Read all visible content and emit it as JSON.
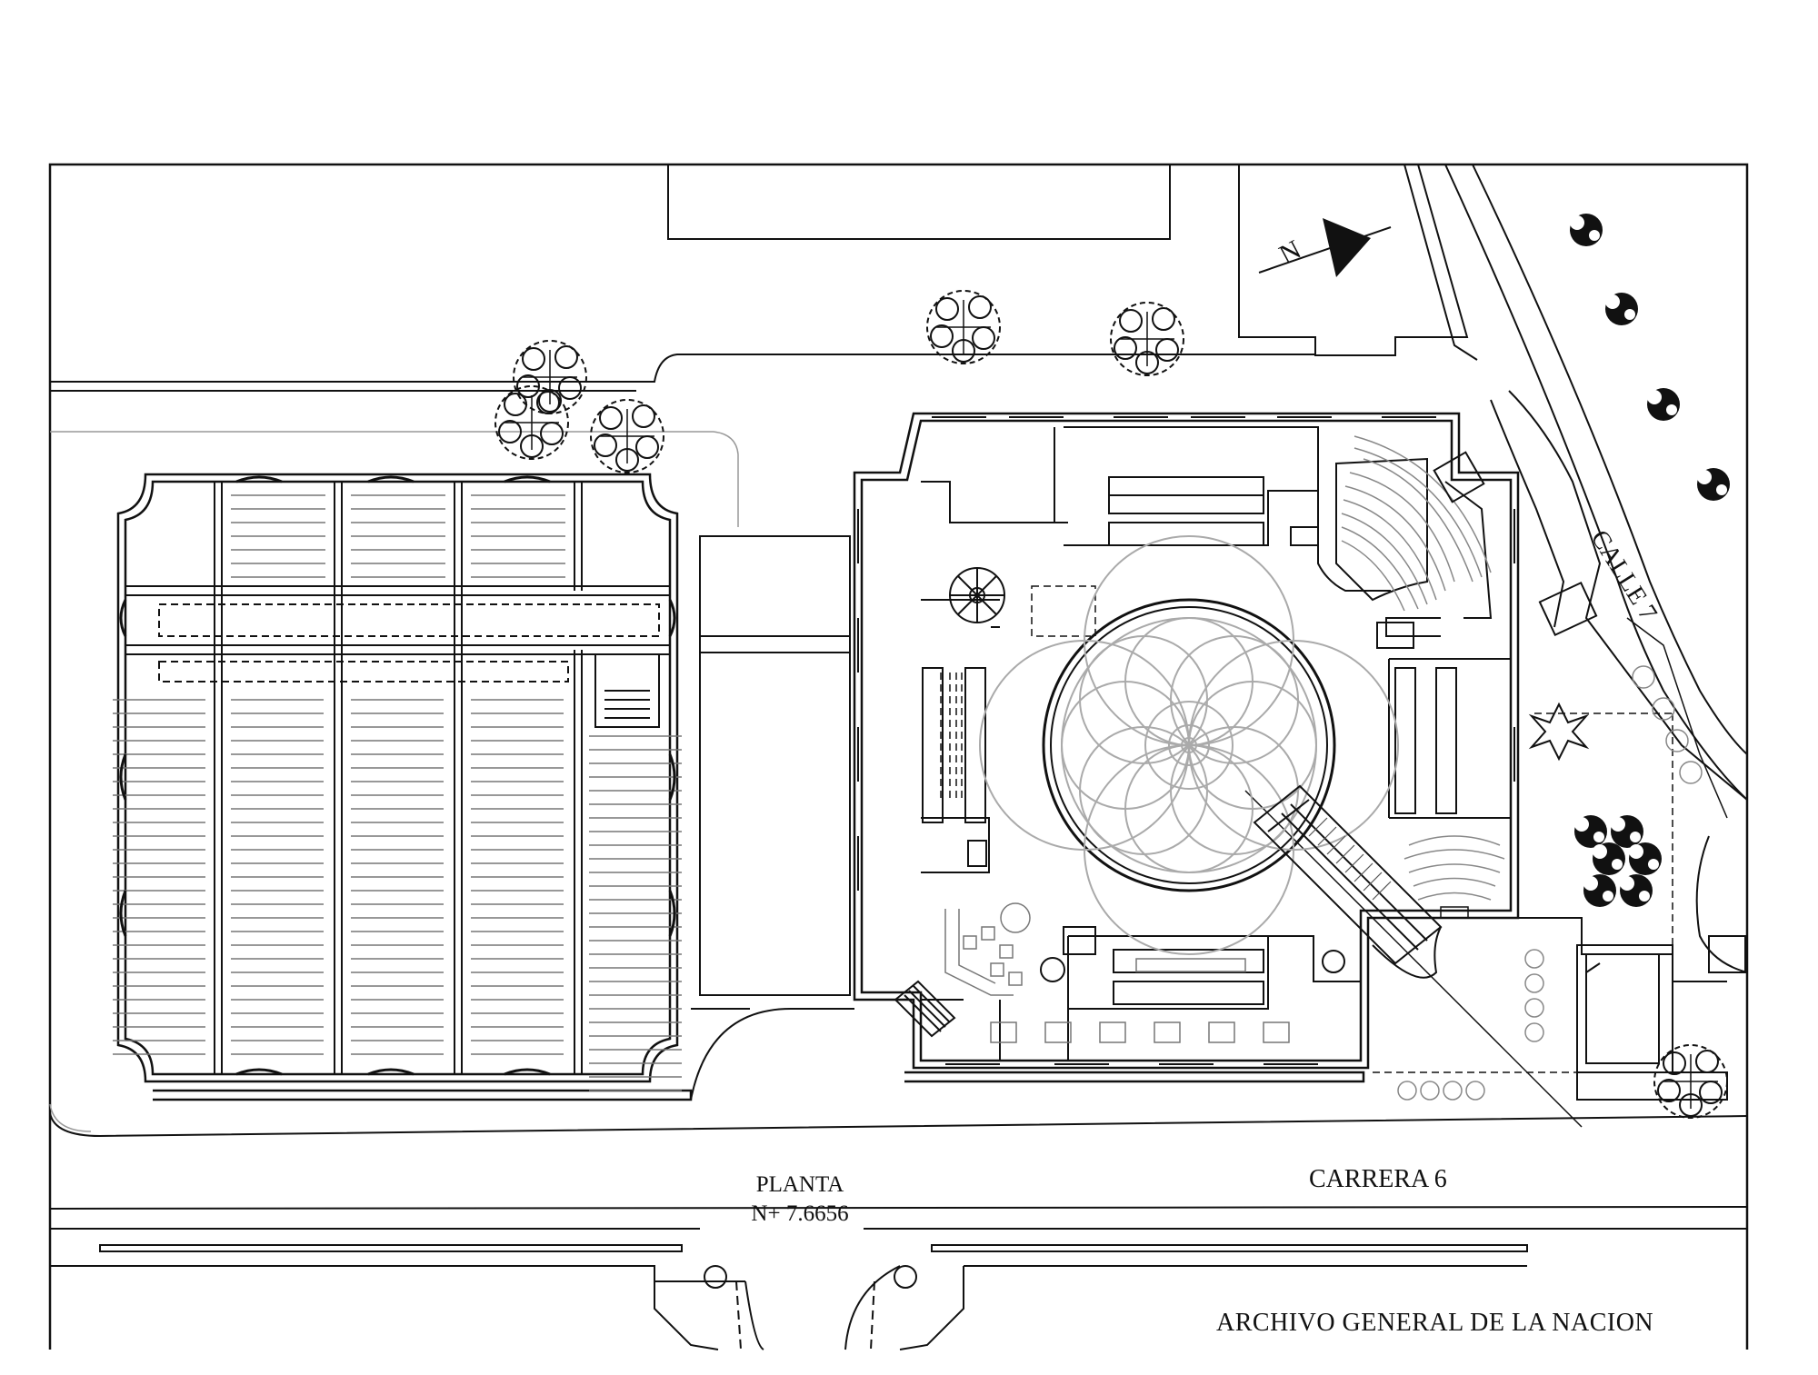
{
  "labels": {
    "planta": "PLANTA",
    "level": "N+ 7.6656",
    "street_carrera": "CARRERA 6",
    "street_calle": "CALLE 7",
    "north": "N",
    "title": "ARCHIVO GENERAL DE LA NACION"
  },
  "icons": {
    "north_arrow": "north-arrow-icon",
    "tree": "tree-icon"
  },
  "colors": {
    "line": "#111111",
    "hatch": "#9a9a9a"
  }
}
